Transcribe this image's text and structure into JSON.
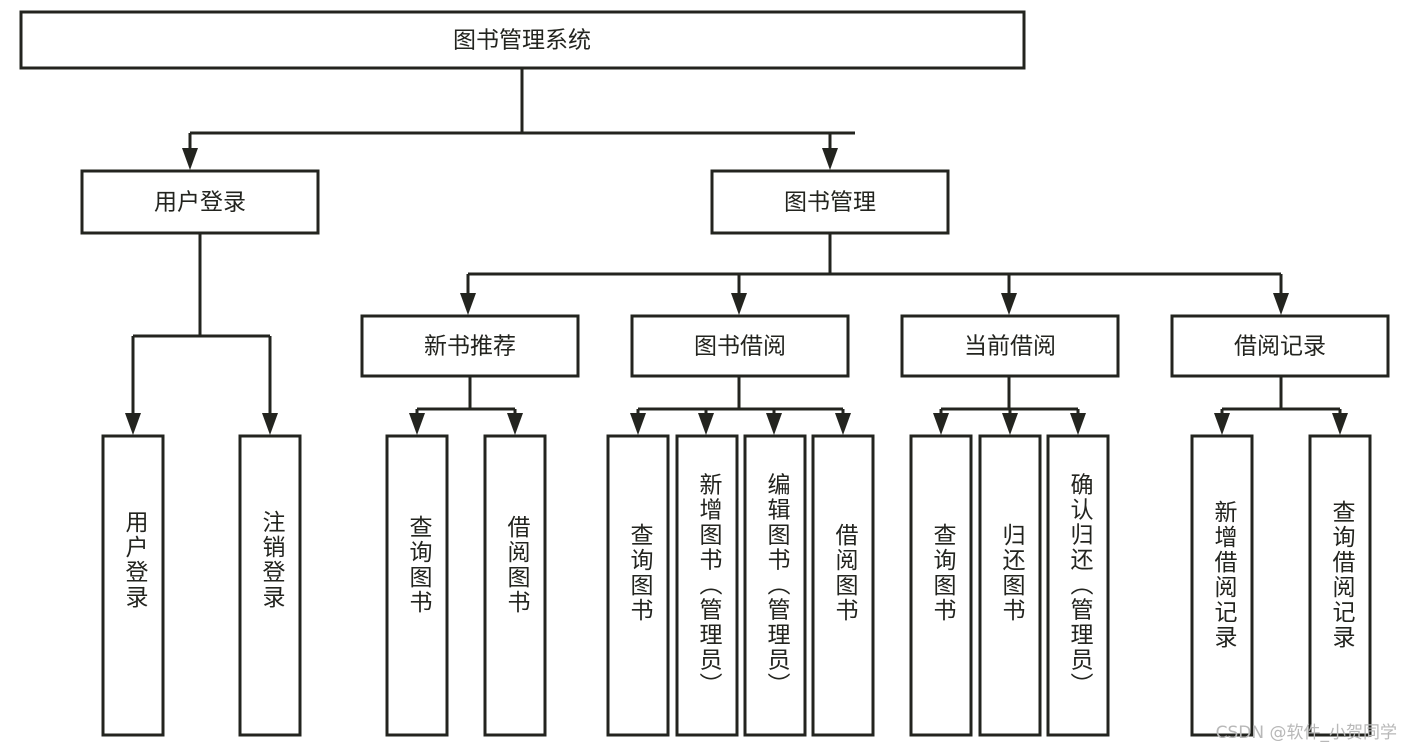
{
  "diagram": {
    "type": "hierarchy-tree",
    "title": "图书管理系统",
    "watermark": "CSDN @软件_小贺同学",
    "colors": {
      "stroke": "#23241f",
      "fill": "#ffffff",
      "background": "#ffffff",
      "watermark": "#b8b8b8"
    },
    "root": {
      "label": "图书管理系统"
    },
    "level2": [
      {
        "label": "用户登录"
      },
      {
        "label": "图书管理"
      }
    ],
    "level3": [
      {
        "label": "新书推荐"
      },
      {
        "label": "图书借阅"
      },
      {
        "label": "当前借阅"
      },
      {
        "label": "借阅记录"
      }
    ],
    "leaves": {
      "user_login": [
        {
          "label": "用户登录"
        },
        {
          "label": "注销登录"
        }
      ],
      "new_book_recommend": [
        {
          "label": "查询图书"
        },
        {
          "label": "借阅图书"
        }
      ],
      "book_borrow": [
        {
          "label": "查询图书"
        },
        {
          "label": "新增图书（管理员）"
        },
        {
          "label": "编辑图书（管理员）"
        },
        {
          "label": "借阅图书"
        }
      ],
      "current_borrow": [
        {
          "label": "查询图书"
        },
        {
          "label": "归还图书"
        },
        {
          "label": "确认归还（管理员）"
        }
      ],
      "borrow_record": [
        {
          "label": "新增借阅记录"
        },
        {
          "label": "查询借阅记录"
        }
      ]
    }
  }
}
